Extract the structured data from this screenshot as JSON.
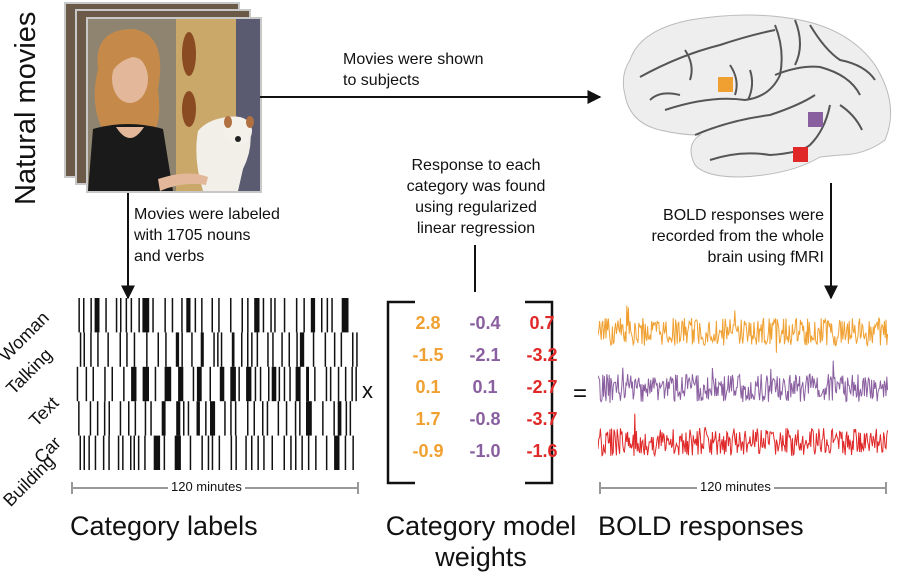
{
  "title_vertical": "Natural movies",
  "annotations": {
    "shown": "Movies were shown\nto subjects",
    "labeled": [
      "Movies were labeled",
      "with 1705 nouns",
      "and verbs"
    ],
    "regression": [
      "Response to each",
      "category was found",
      "using regularized",
      "linear regression"
    ],
    "bold": [
      "BOLD responses were",
      "recorded from the whole",
      "brain using fMRI"
    ]
  },
  "shown_lines": [
    "Movies were shown",
    "to subjects"
  ],
  "categories": [
    "Woman",
    "Talking",
    "Text",
    "Car",
    "Building"
  ],
  "operators": {
    "times": "x",
    "equals": "="
  },
  "scale_label": "120 minutes",
  "section_titles": {
    "labels": "Category labels",
    "weights_line1": "Category model",
    "weights_line2": "weights",
    "bold": "BOLD responses"
  },
  "colors": {
    "orange": "#f0a030",
    "purple": "#8a5fa0",
    "red": "#e02828",
    "brain_fill": "#eeeeee",
    "sulci": "#555555",
    "scale_gray": "#999999"
  },
  "weights": {
    "columns": [
      {
        "color": "orange",
        "values": [
          "2.8",
          "-1.5",
          "0.1",
          "1.7",
          "-0.9"
        ]
      },
      {
        "color": "purple",
        "values": [
          "-0.4",
          "-2.1",
          "0.1",
          "-0.8",
          "-1.0"
        ]
      },
      {
        "color": "red",
        "values": [
          "0.7",
          "-3.2",
          "-2.7",
          "-3.7",
          "-1.6"
        ]
      }
    ]
  },
  "brain_markers": [
    {
      "name": "orange-voxel",
      "color": "orange"
    },
    {
      "name": "purple-voxel",
      "color": "purple"
    },
    {
      "name": "red-voxel",
      "color": "red"
    }
  ],
  "bold_traces": [
    {
      "name": "orange-trace",
      "color": "orange"
    },
    {
      "name": "purple-trace",
      "color": "purple"
    },
    {
      "name": "red-trace",
      "color": "red"
    }
  ]
}
